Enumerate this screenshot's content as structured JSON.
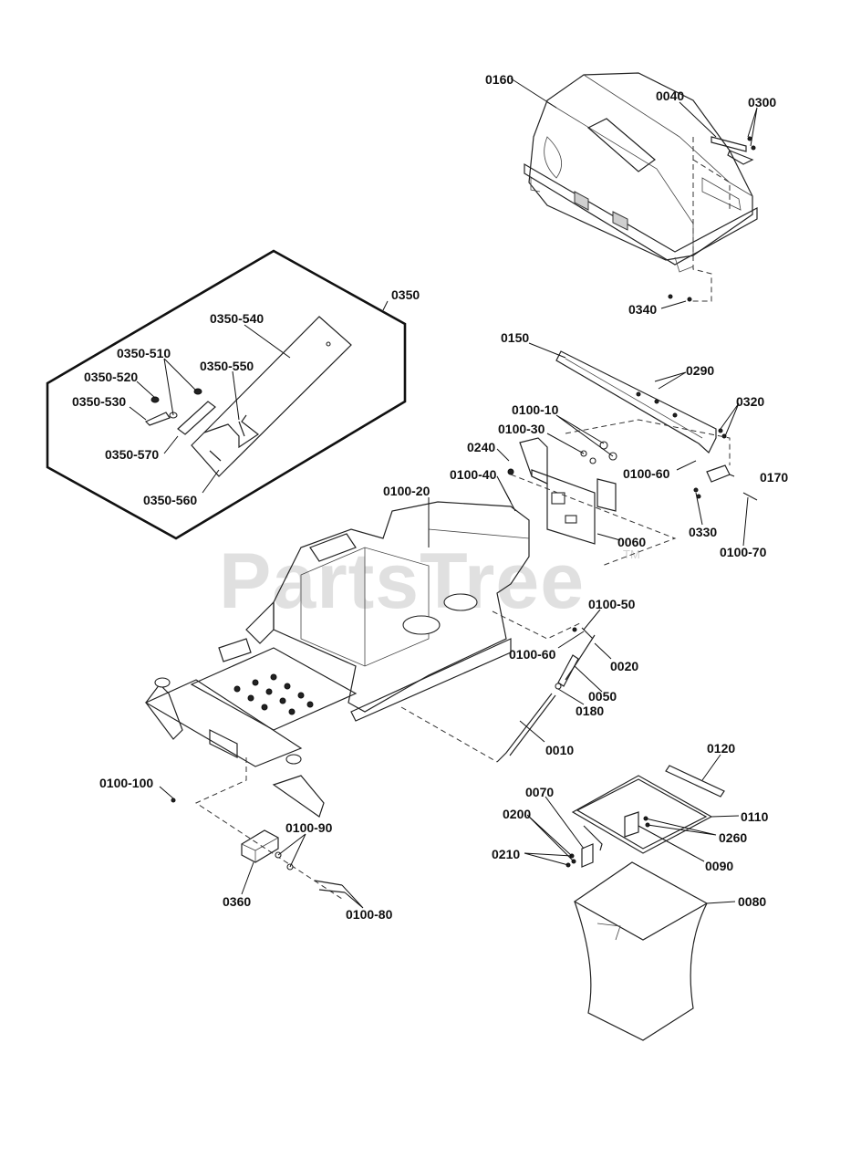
{
  "watermark": "PartsTree",
  "trademark": "TM",
  "labels": {
    "p0160": "0160",
    "p0040": "0040",
    "p0300": "0300",
    "p0340": "0340",
    "p0350": "0350",
    "p0350_540": "0350-540",
    "p0350_510": "0350-510",
    "p0350_550": "0350-550",
    "p0350_520": "0350-520",
    "p0350_530": "0350-530",
    "p0350_570": "0350-570",
    "p0350_560": "0350-560",
    "p0150": "0150",
    "p0290": "0290",
    "p0320": "0320",
    "p0100_10": "0100-10",
    "p0100_30": "0100-30",
    "p0240": "0240",
    "p0100_40": "0100-40",
    "p0100_60a": "0100-60",
    "p0170": "0170",
    "p0100_20": "0100-20",
    "p0060": "0060",
    "p0330": "0330",
    "p0100_70": "0100-70",
    "p0100_50": "0100-50",
    "p0100_60b": "0100-60",
    "p0020": "0020",
    "p0050": "0050",
    "p0180": "0180",
    "p0010": "0010",
    "p0120": "0120",
    "p0100_100": "0100-100",
    "p0100_90": "0100-90",
    "p0070": "0070",
    "p0110": "0110",
    "p0200": "0200",
    "p0260": "0260",
    "p0210": "0210",
    "p0090": "0090",
    "p0360": "0360",
    "p0100_80": "0100-80",
    "p0080": "0080"
  }
}
